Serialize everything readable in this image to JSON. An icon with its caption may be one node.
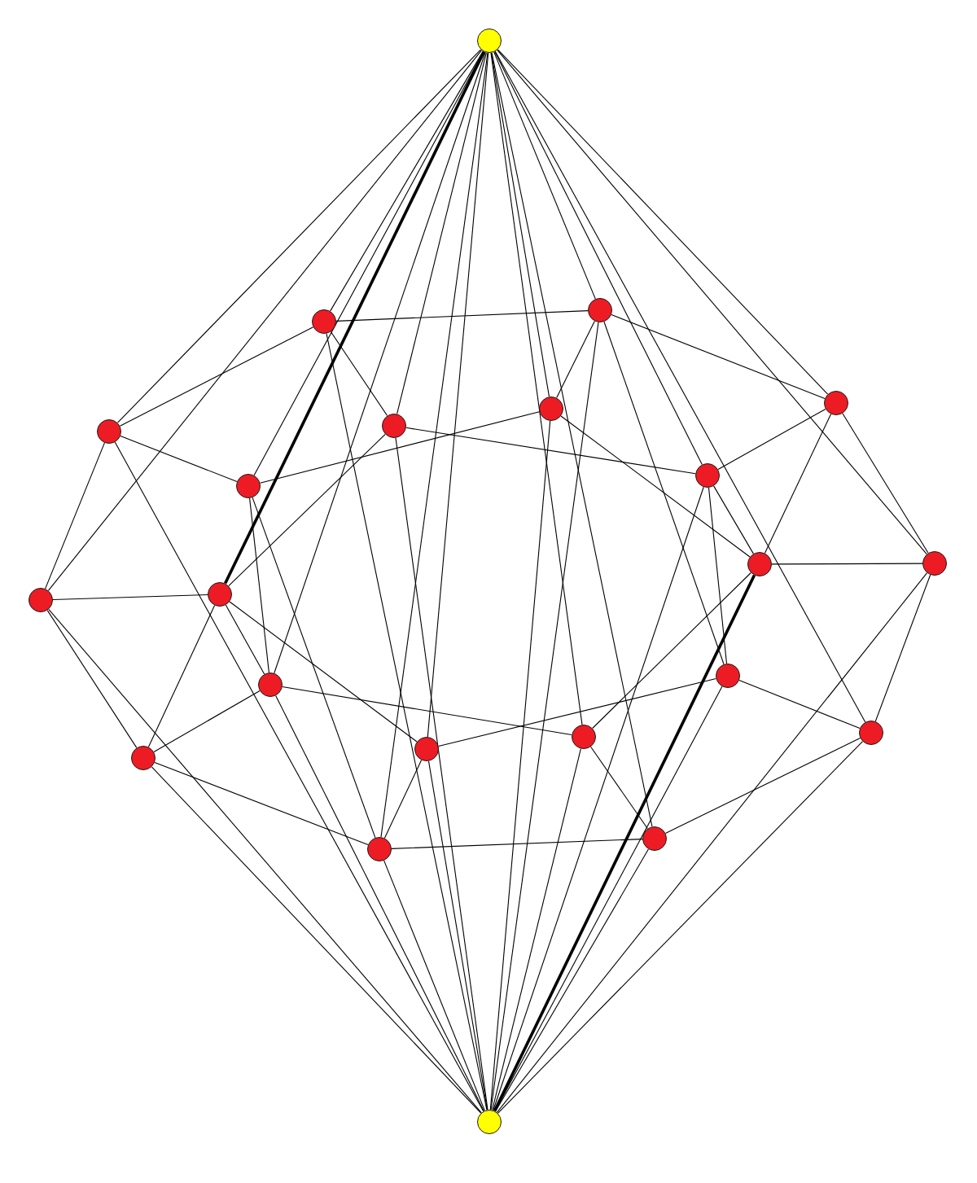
{
  "diagram": {
    "nodes": [
      {
        "text": [],
        "shape": "circle"
      },
      {
        "text": [],
        "shape": "circle"
      },
      {
        "text": [],
        "shape": "circle"
      },
      {
        "text": [],
        "shape": "circle"
      },
      {
        "text": [],
        "shape": "circle"
      },
      {
        "text": [],
        "shape": "circle"
      },
      {
        "text": [],
        "shape": "circle"
      },
      {
        "text": [],
        "shape": "circle"
      },
      {
        "text": [],
        "shape": "circle"
      },
      {
        "text": [],
        "shape": "circle"
      },
      {
        "text": [],
        "shape": "circle"
      },
      {
        "text": [],
        "shape": "circle"
      },
      {
        "text": [],
        "shape": "circle"
      },
      {
        "text": [],
        "shape": "circle"
      },
      {
        "text": [],
        "shape": "circle"
      },
      {
        "text": [],
        "shape": "circle"
      },
      {
        "text": [],
        "shape": "circle"
      },
      {
        "text": [],
        "shape": "circle"
      },
      {
        "text": [],
        "shape": "circle"
      },
      {
        "text": [],
        "shape": "circle"
      },
      {
        "text": [],
        "shape": "circle"
      },
      {
        "text": [],
        "shape": "circle"
      }
    ],
    "edges": [
      {
        "from": 2,
        "to": 1,
        "arrow": "none"
      },
      {
        "from": 19,
        "to": 20,
        "arrow": "none"
      },
      {
        "from": 2,
        "to": 6,
        "arrow": "none"
      },
      {
        "from": 19,
        "to": 15,
        "arrow": "none"
      },
      {
        "from": 2,
        "to": 5,
        "arrow": "none"
      },
      {
        "from": 19,
        "to": 16,
        "arrow": "none"
      },
      {
        "from": 6,
        "to": 8,
        "arrow": "none"
      },
      {
        "from": 15,
        "to": 13,
        "arrow": "none"
      },
      {
        "from": 6,
        "to": 12,
        "arrow": "none"
      },
      {
        "from": 15,
        "to": 9,
        "arrow": "none"
      },
      {
        "from": 12,
        "to": 11,
        "arrow": "none"
      },
      {
        "from": 9,
        "to": 10,
        "arrow": "none"
      },
      {
        "from": 12,
        "to": 18,
        "arrow": "none"
      },
      {
        "from": 9,
        "to": 3,
        "arrow": "none"
      },
      {
        "from": 8,
        "to": 4,
        "arrow": "none"
      },
      {
        "from": 13,
        "to": 17,
        "arrow": "none"
      },
      {
        "from": 8,
        "to": 14,
        "arrow": "none"
      },
      {
        "from": 13,
        "to": 7,
        "arrow": "none"
      },
      {
        "from": 8,
        "to": 20,
        "arrow": "none"
      },
      {
        "from": 13,
        "to": 1,
        "arrow": "none"
      },
      {
        "from": 11,
        "to": 5,
        "arrow": "none"
      },
      {
        "from": 10,
        "to": 16,
        "arrow": "none"
      },
      {
        "from": 11,
        "to": 18,
        "arrow": "none"
      },
      {
        "from": 10,
        "to": 3,
        "arrow": "none"
      },
      {
        "from": 11,
        "to": 17,
        "arrow": "none"
      },
      {
        "from": 10,
        "to": 4,
        "arrow": "none"
      },
      {
        "from": 1,
        "to": 4,
        "arrow": "none"
      },
      {
        "from": 20,
        "to": 17,
        "arrow": "none"
      },
      {
        "from": 1,
        "to": 3,
        "arrow": "none"
      },
      {
        "from": 20,
        "to": 18,
        "arrow": "none"
      },
      {
        "from": 5,
        "to": 7,
        "arrow": "none"
      },
      {
        "from": 16,
        "to": 14,
        "arrow": "none"
      },
      {
        "from": 11,
        "to": 14,
        "arrow": "none"
      },
      {
        "from": 10,
        "to": 7,
        "arrow": "none"
      },
      {
        "from": 14,
        "to": 18,
        "arrow": "none"
      },
      {
        "from": 7,
        "to": 3,
        "arrow": "none"
      },
      {
        "from": 0,
        "to": 2,
        "arrow": "none"
      },
      {
        "from": 0,
        "to": 1,
        "arrow": "none"
      },
      {
        "from": 0,
        "to": 6,
        "arrow": "none"
      },
      {
        "from": 0,
        "to": 5,
        "arrow": "none"
      },
      {
        "from": 0,
        "to": 4,
        "arrow": "none"
      },
      {
        "from": 0,
        "to": 3,
        "arrow": "none"
      },
      {
        "from": 0,
        "to": 8,
        "arrow": "none"
      },
      {
        "from": 0,
        "to": 7,
        "arrow": "none"
      },
      {
        "from": 0,
        "to": 12,
        "arrow": "none"
      },
      {
        "from": 0,
        "to": 11,
        "arrow": "none",
        "style": "thick"
      },
      {
        "from": 0,
        "to": 9,
        "arrow": "none"
      },
      {
        "from": 0,
        "to": 14,
        "arrow": "none"
      },
      {
        "from": 0,
        "to": 17,
        "arrow": "none"
      },
      {
        "from": 0,
        "to": 16,
        "arrow": "none"
      },
      {
        "from": 0,
        "to": 15,
        "arrow": "none"
      },
      {
        "from": 0,
        "to": 20,
        "arrow": "none"
      },
      {
        "from": 0,
        "to": 19,
        "arrow": "none"
      },
      {
        "from": 21,
        "to": 19,
        "arrow": "none"
      },
      {
        "from": 21,
        "to": 20,
        "arrow": "none"
      },
      {
        "from": 21,
        "to": 15,
        "arrow": "none"
      },
      {
        "from": 21,
        "to": 16,
        "arrow": "none"
      },
      {
        "from": 21,
        "to": 17,
        "arrow": "none"
      },
      {
        "from": 21,
        "to": 18,
        "arrow": "none"
      },
      {
        "from": 21,
        "to": 13,
        "arrow": "none"
      },
      {
        "from": 21,
        "to": 14,
        "arrow": "none"
      },
      {
        "from": 21,
        "to": 9,
        "arrow": "none"
      },
      {
        "from": 21,
        "to": 10,
        "arrow": "none",
        "style": "thick"
      },
      {
        "from": 21,
        "to": 6,
        "arrow": "none"
      },
      {
        "from": 21,
        "to": 7,
        "arrow": "none"
      },
      {
        "from": 21,
        "to": 12,
        "arrow": "none"
      },
      {
        "from": 21,
        "to": 2,
        "arrow": "none"
      },
      {
        "from": 21,
        "to": 1,
        "arrow": "none"
      },
      {
        "from": 21,
        "to": 5,
        "arrow": "none"
      },
      {
        "from": 21,
        "to": 4,
        "arrow": "none"
      }
    ]
  }
}
